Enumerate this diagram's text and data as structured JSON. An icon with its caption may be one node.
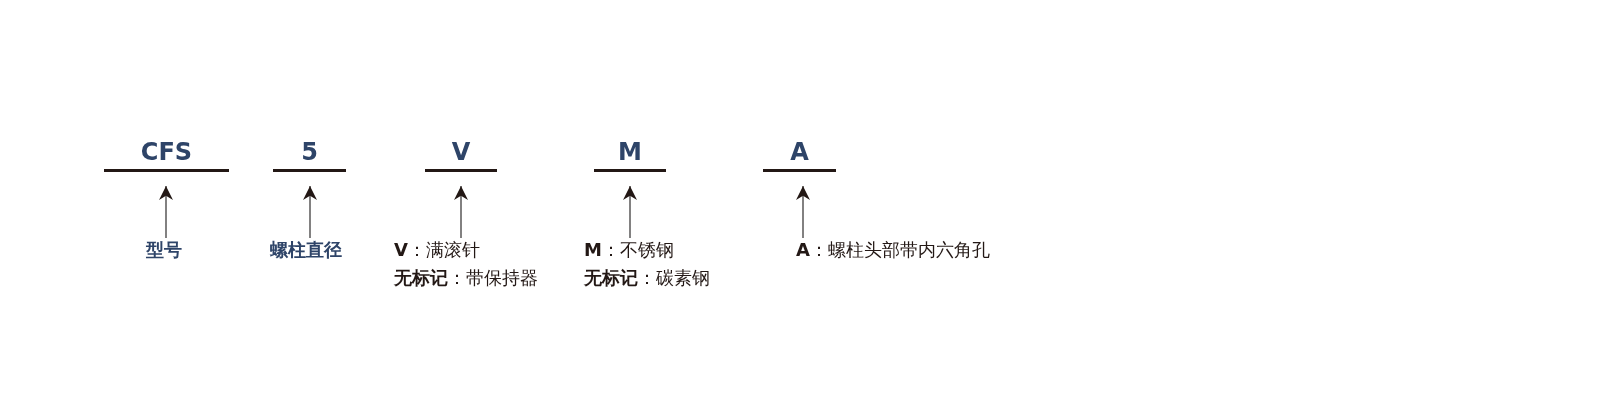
{
  "diagram": {
    "nodes": [
      {
        "text": [
          "CFS"
        ]
      },
      {
        "text": [
          "5"
        ]
      },
      {
        "text": [
          "V"
        ]
      },
      {
        "text": [
          "M"
        ]
      },
      {
        "text": [
          "A"
        ]
      },
      {
        "text": [
          "型号"
        ]
      },
      {
        "text": [
          "螺柱直径"
        ]
      },
      {
        "text": [
          "**V**：满滚针",
          "**无标记**：带保持器"
        ]
      },
      {
        "text": [
          "**M**：不锈钢",
          "**无标记**：碳素钢"
        ]
      },
      {
        "text": [
          "**A**：螺柱头部带内六角孔"
        ]
      }
    ],
    "edges": [
      {
        "from": 5,
        "to": 0,
        "arrow": "to"
      },
      {
        "from": 6,
        "to": 1,
        "arrow": "to"
      },
      {
        "from": 7,
        "to": 2,
        "arrow": "to"
      },
      {
        "from": 8,
        "to": 3,
        "arrow": "to"
      },
      {
        "from": 9,
        "to": 4,
        "arrow": "to"
      }
    ]
  }
}
